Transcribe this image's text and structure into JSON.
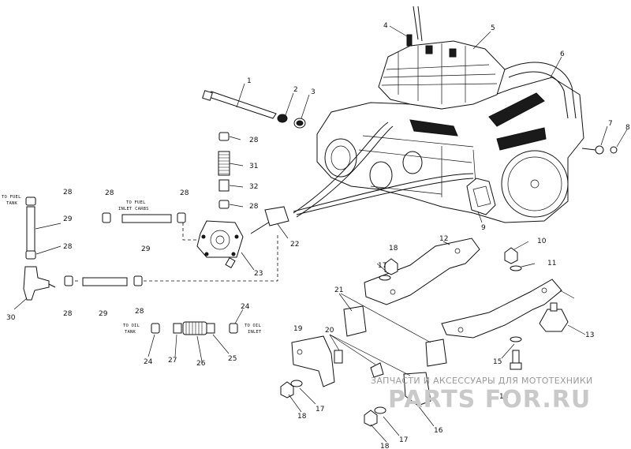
{
  "callouts": [
    "1",
    "2",
    "3",
    "4",
    "5",
    "6",
    "7",
    "8",
    "9",
    "10",
    "11",
    "12",
    "13",
    "14",
    "15",
    "16",
    "17",
    "18",
    "19",
    "20",
    "21",
    "22",
    "23",
    "24",
    "25",
    "26",
    "27",
    "28",
    "29",
    "30",
    "31",
    "32"
  ],
  "notes": {
    "to_fuel_tank_1": "TO FUEL",
    "to_fuel_tank_2": "TANK",
    "to_fuel_inlet_1": "TO FUEL",
    "to_fuel_inlet_2": "INLET CARBS",
    "to_oil_tank_1": "TO OIL",
    "to_oil_tank_2": "TANK",
    "to_oil_inlet_1": "TO OIL",
    "to_oil_inlet_2": "INLET"
  },
  "watermark": {
    "text": "ЗАПЧАСТИ И АКСЕССУАРЫ ДЛЯ МОТОТЕХНИКИ",
    "brand": "PARTS FOR.RU"
  }
}
